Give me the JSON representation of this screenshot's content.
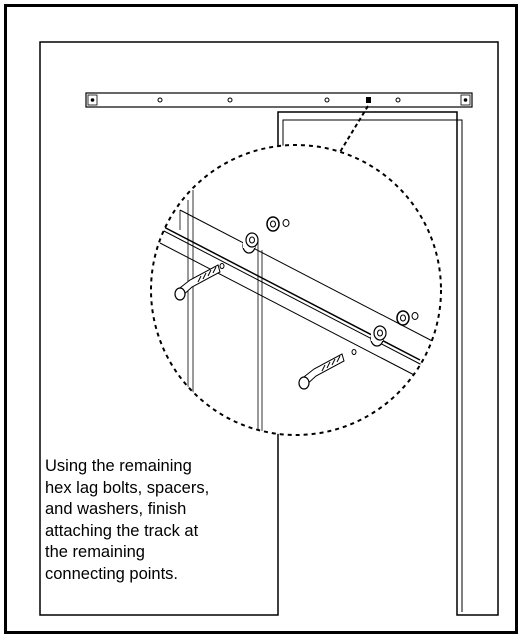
{
  "instruction": {
    "lines": [
      "Using the remaining",
      "hex lag bolts, spacers,",
      "and washers, finish",
      "attaching the track at",
      "the remaining",
      "connecting points."
    ]
  },
  "colors": {
    "line": "#000000",
    "background": "#ffffff"
  },
  "icons": [
    "track-rail",
    "hex-lag-bolt",
    "spacer",
    "washer",
    "zoom-callout"
  ]
}
